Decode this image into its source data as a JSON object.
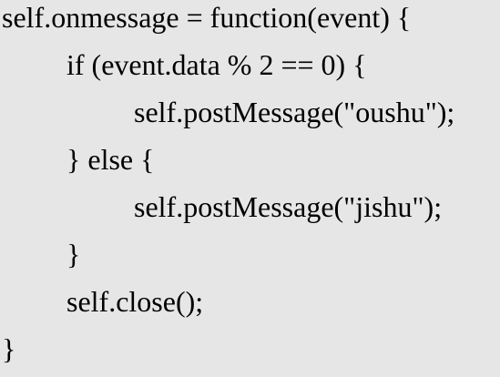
{
  "code": {
    "lines": [
      "self.onmessage = function(event) {",
      "if (event.data % 2 == 0) {",
      "self.postMessage(\"oushu\");",
      "} else {",
      "self.postMessage(\"jishu\");",
      "}",
      "self.close();",
      "}"
    ]
  },
  "colors": {
    "background": "#e6e6e6",
    "text": "#000000"
  }
}
